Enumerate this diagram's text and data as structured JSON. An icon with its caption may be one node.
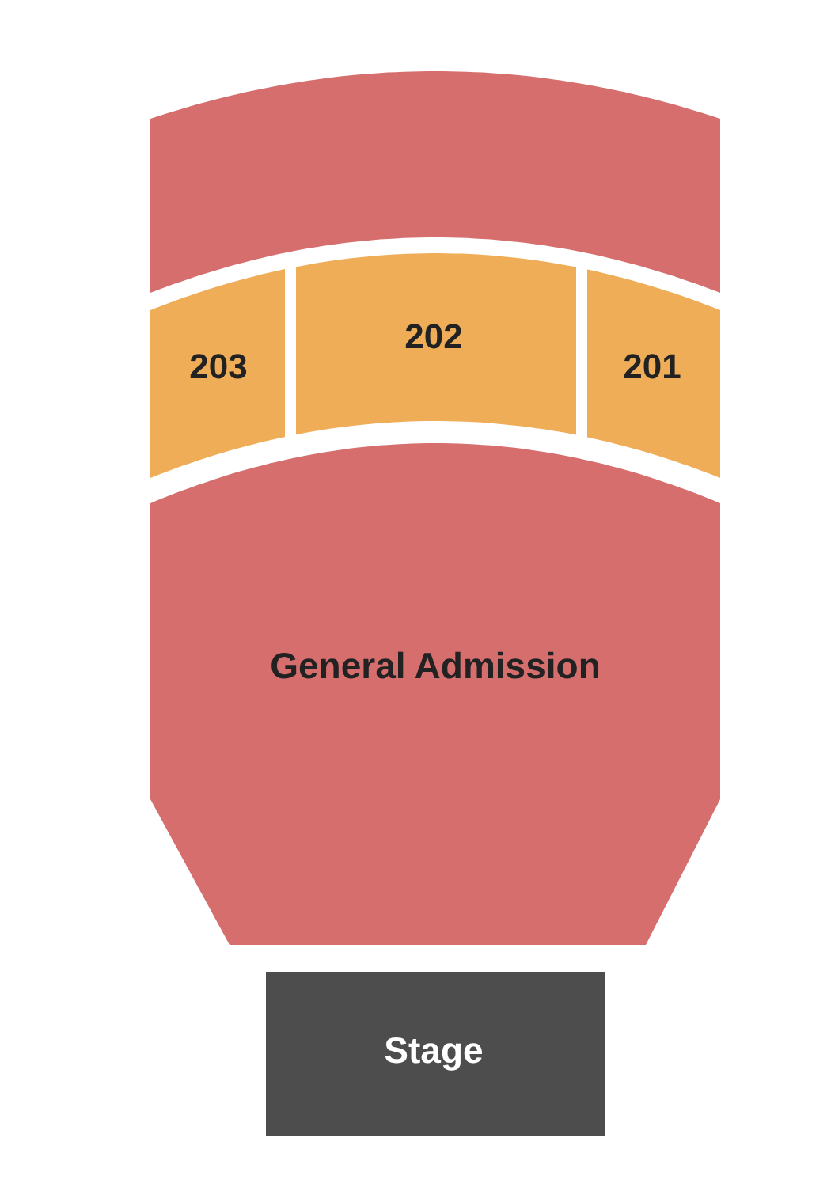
{
  "diagram": {
    "nodes": [
      {
        "text": [],
        "shape": "box"
      },
      {
        "text": [
          "203"
        ]
      },
      {
        "text": [
          "202"
        ]
      },
      {
        "text": [
          "201"
        ]
      },
      {
        "text": [
          "General Admission"
        ]
      },
      {
        "text": [
          "Stage"
        ]
      }
    ]
  }
}
